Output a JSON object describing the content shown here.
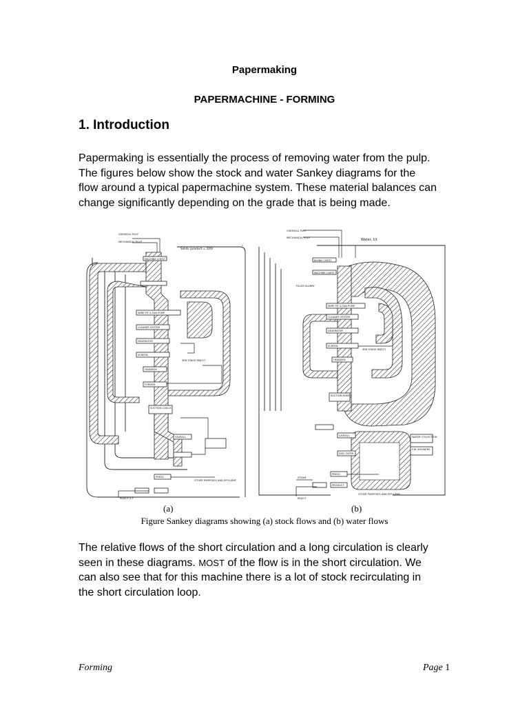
{
  "header": {
    "title": "Papermaking",
    "subtitle": "PAPERMACHINE - FORMING"
  },
  "section": {
    "heading": "1. Introduction"
  },
  "intro_paragraph": "Papermaking is essentially the process of removing water from the pulp.  The figures below show the stock and water Sankey diagrams for the flow around a typical papermachine system.  These material balances can change significantly depending on the grade that is being made.",
  "figure": {
    "panel_a": {
      "label": "(a)",
      "diagram_text": {
        "chemical_pulp": "CHEMICAL PULP",
        "mechanical_pulp": "MECHANICAL PULP",
        "solids": "Solids (product = 100)",
        "machine_chest": "MACHINE CHEST",
        "fan_pump": "WIRE PIT & FAN PUMP",
        "cleaner_system": "CLEANER SYSTEM",
        "deaerator": "DEAERATOR",
        "screen": "SCREEN",
        "headbox": "HEADBOX",
        "former": "FORMER",
        "suction_couch": "SUCTION COUCH",
        "saveall": "SAVEALL",
        "press": "PRESS",
        "reject": "REJECT 2.7",
        "other_purposes": "OTHER PURPOSES AND EFFLUENT",
        "third_stage_reject": "3RD STAGE REJECT"
      }
    },
    "panel_b": {
      "label": "(b)",
      "diagram_text": {
        "chemical_pulp": "CHEMICAL PULP",
        "mechanical_pulp": "MECHANICAL PULP",
        "water": "Water, t/t",
        "blend_chest": "BLEND CHEST",
        "machine_chest": "MACHINE CHEST",
        "filler_slurry": "FILLER SLURRY",
        "fan_pump": "WIRE PIT & FAN PUMP",
        "cleaner_system": "CLEANER SYSTEM",
        "deaerator": "DEAERATOR",
        "screen": "SCREEN",
        "headbox": "HEADBOX",
        "suction_boxes": "SUCTION BOXES",
        "saveall": "SAVEALL",
        "disc_filter": "DISC FILTER",
        "water_collection": "WATER COLLECTION",
        "fw_showers": "F.W. SHOWERS",
        "press": "PRESS",
        "steam": "STEAM",
        "product": "PRODUCT",
        "reject": "REJECT",
        "other_purposes": "OTHER PURPOSES AND EFFLUENT",
        "third_stage_reject": "3RD STAGE REJECT"
      }
    },
    "caption": "Figure Sankey diagrams showing (a) stock flows and (b) water flows"
  },
  "second_paragraph": {
    "before": "The relative flows of the short circulation and a long circulation is clearly seen in these diagrams.  ",
    "smallcaps": "Most",
    "after": " of the flow is in the short circulation.  We can also see that for this machine there is a lot of stock recirculating in the short circulation loop."
  },
  "footer": {
    "left": "Forming",
    "page_word": "Page",
    "page_number": "1"
  },
  "colors": {
    "text": "#000000",
    "background": "#ffffff",
    "diagram_line": "#222222"
  }
}
